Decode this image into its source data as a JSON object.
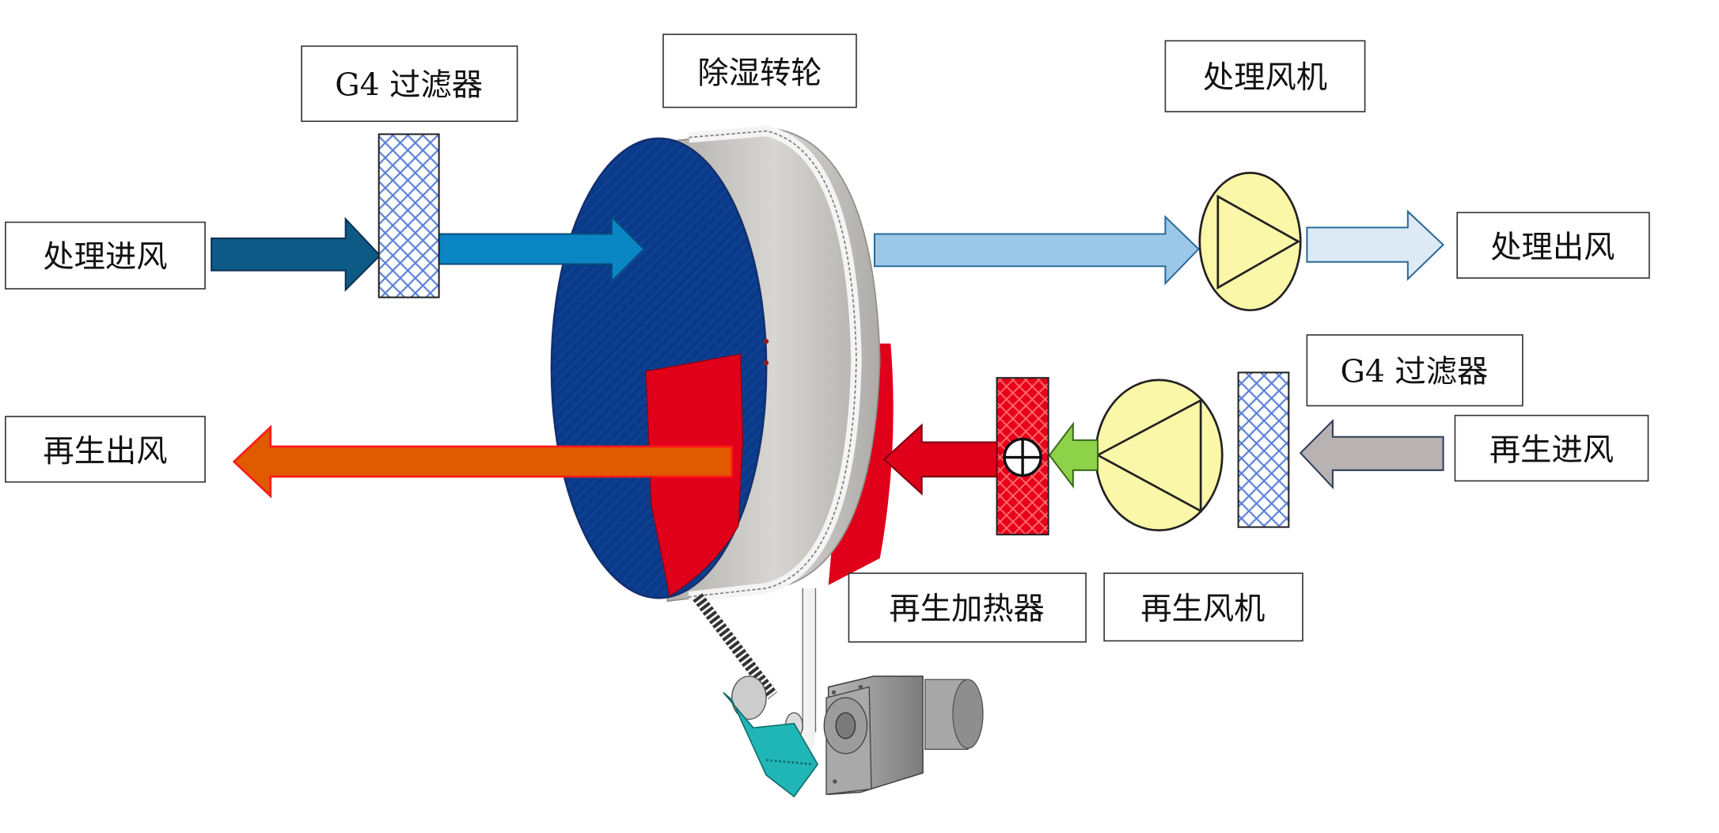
{
  "labels": {
    "wheel": "除湿转轮",
    "filter_process": "G4 过滤器",
    "fan_process": "处理风机",
    "process_in": "处理进风",
    "process_out": "处理出风",
    "filter_regen": "G4 过滤器",
    "regen_in": "再生进风",
    "regen_out": "再生出风",
    "regen_heater": "再生加热器",
    "regen_fan": "再生风机"
  },
  "colors": {
    "wheel_face": "#0a3a8a",
    "wheel_regen_sector": "#e0001a",
    "wheel_rim": "#c8c6c2",
    "arrow_process_in": "#0d5a86",
    "arrow_process_mid": "#0a86c4",
    "arrow_process_out_1": "#9cc8e8",
    "arrow_process_out_2": "#ddeaf6",
    "arrow_regen_in": "#b8b2b2",
    "arrow_regen_fan": "#8ed24a",
    "arrow_regen_heater": "#e0001a",
    "arrow_regen_out": "#e05a00",
    "fan_fill": "#fbf7a8",
    "filter_fill": "#ffffff",
    "filter_mesh": "#5a7fd6",
    "heater_fill": "#e8001a",
    "motor_fill": "#9a9a9a",
    "tensioner_fill": "#20b6b6"
  },
  "icons": {
    "filter": "mesh-filter-icon",
    "fan": "fan-triangle-icon",
    "heater": "heater-cross-icon",
    "motor": "gear-motor-icon"
  }
}
